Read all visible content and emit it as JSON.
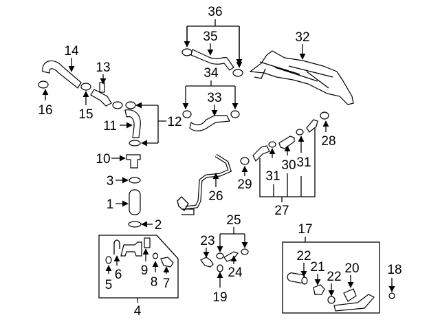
{
  "callouts": {
    "n1": "1",
    "n2": "2",
    "n3": "3",
    "n4": "4",
    "n5": "5",
    "n6": "6",
    "n7": "7",
    "n8": "8",
    "n9": "9",
    "n10": "10",
    "n11": "11",
    "n12": "12",
    "n13": "13",
    "n14": "14",
    "n15": "15",
    "n16": "16",
    "n17": "17",
    "n18": "18",
    "n19": "19",
    "n20": "20",
    "n21": "21",
    "n22a": "22",
    "n22b": "22",
    "n23": "23",
    "n24": "24",
    "n25": "25",
    "n26": "26",
    "n27": "27",
    "n28": "28",
    "n29": "29",
    "n30": "30",
    "n31a": "31",
    "n31b": "31",
    "n32": "32",
    "n33": "33",
    "n34": "34",
    "n35": "35",
    "n36": "36"
  }
}
